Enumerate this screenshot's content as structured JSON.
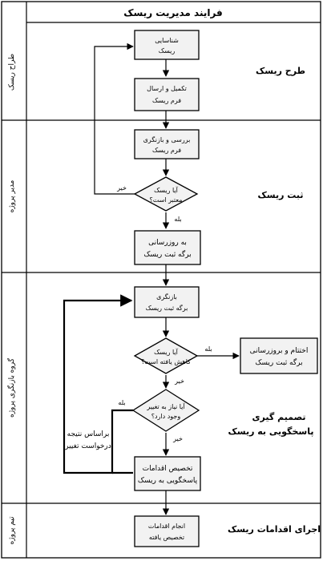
{
  "title": "فرایند مدیریت ریسک",
  "lanes": [
    {
      "label": "طراح ریسک",
      "section": "طرح ریسک"
    },
    {
      "label": "مدیر پروژه",
      "section": "ثبت ریسک"
    },
    {
      "label": "گروه بازنگری پروژه",
      "section_line1": "تصمیم گیری",
      "section_line2": "پاسخگویی به ریسک"
    },
    {
      "label": "تیم پروژه",
      "section": "اجرای اقدامات ریسک"
    }
  ],
  "nodes": {
    "identify": {
      "line1": "شناسایی",
      "line2": "ریسک"
    },
    "complete_form": {
      "line1": "تکمیل و ارسال",
      "line2": "فرم ریسک"
    },
    "review_form": {
      "line1": "بررسی و بازنگری",
      "line2": "فرم ریسک"
    },
    "is_valid": {
      "line1": "آیا ریسک",
      "line2": "معتبر است؟"
    },
    "update_register": {
      "line1": "به روزرسانی",
      "line2": "برگه ثبت ریسک"
    },
    "review_register": {
      "line1": "بازنگری",
      "line2": "برگه ثبت ریسک"
    },
    "is_reduced": {
      "line1": "آیا ریسک",
      "line2": "کاهش یافته است؟"
    },
    "close_update": {
      "line1": "اختتام و بروزرسانی",
      "line2": "برگه ثبت ریسک"
    },
    "needs_change": {
      "line1": "آیا نیاز به تغییر",
      "line2": "وجود دارد؟"
    },
    "allocate": {
      "line1": "تخصیص اقدامات",
      "line2": "پاسخگویی به ریسک"
    },
    "execute": {
      "line1": "انجام اقدامات",
      "line2": "تخصیص یافته"
    }
  },
  "edge_labels": {
    "valid_no": "خیر",
    "valid_yes": "بله",
    "reduced_yes": "بله",
    "reduced_no": "خیر",
    "change_yes": "بله",
    "change_no": "خیر"
  },
  "loop_note": {
    "line1": "براساس نتیجه",
    "line2": "درخواست تغییر"
  },
  "colors": {
    "box_fill": "#f2f2f2",
    "stroke": "#000000"
  }
}
